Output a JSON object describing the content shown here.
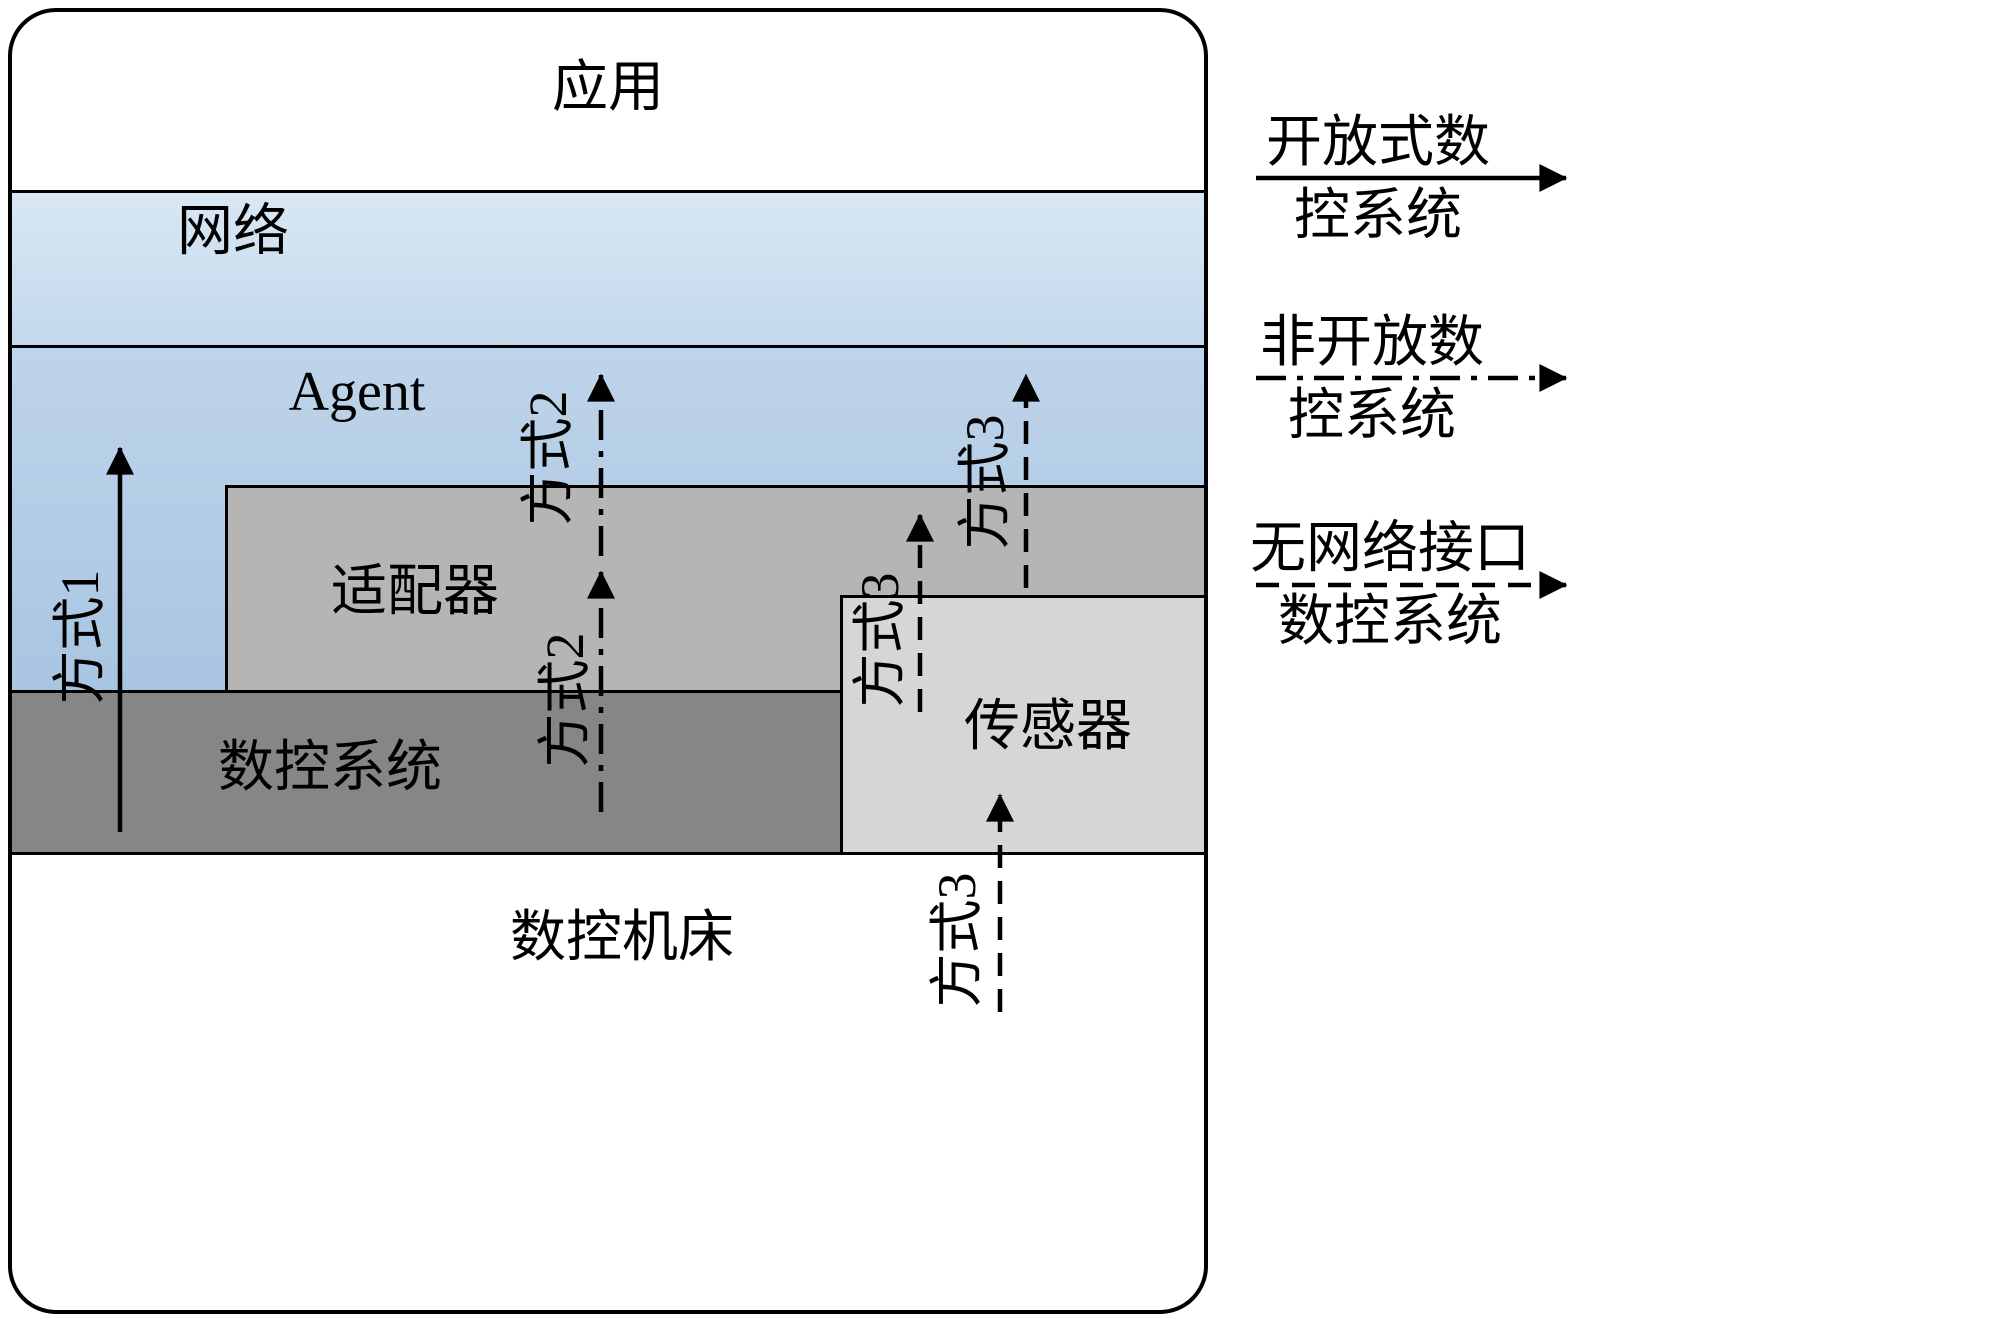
{
  "colors": {
    "background": "#ffffff",
    "ink": "#000000",
    "network_top": "#d9e7f4",
    "network_bottom": "#c3d8ec",
    "agent_top": "#bed4ea",
    "agent_bottom": "#9fbedd",
    "adapter_fill": "#b5b5b5",
    "cnc_fill": "#868686",
    "sensor_fill": "#d6d6d6"
  },
  "layers": {
    "application": "应用",
    "network": "网络",
    "agent": "Agent",
    "adapter": "适配器",
    "cnc_system": "数控系统",
    "sensor": "传感器",
    "machine": "数控机床"
  },
  "arrows": {
    "method1": "方式1",
    "method2_upper": "方式2",
    "method2_lower": "方式2",
    "method3_adapter": "方式3",
    "method3_agent": "方式3",
    "method3_sensor": "方式3"
  },
  "legend": {
    "items": [
      {
        "line1": "开放式数",
        "line2": "控系统",
        "style": "solid"
      },
      {
        "line1": "非开放数",
        "line2": "控系统",
        "style": "dash-dot"
      },
      {
        "line1": "无网络接口",
        "line2": "数控系统",
        "style": "dashed"
      }
    ]
  }
}
